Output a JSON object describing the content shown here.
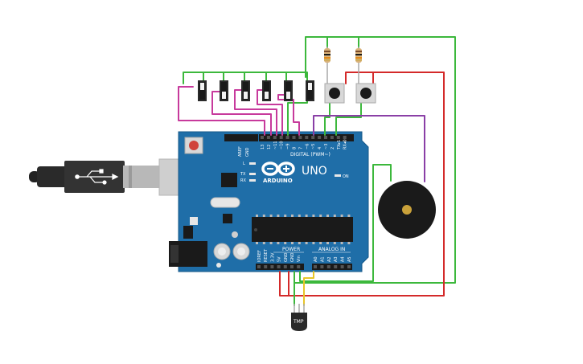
{
  "board": {
    "brand": "ARDUINO",
    "model": "UNO",
    "digital_header": "DIGITAL (PWM~)",
    "power_header": "POWER",
    "analog_header": "ANALOG IN",
    "on_label": "ON",
    "led_l": "L",
    "led_tx": "TX",
    "led_rx": "RX",
    "left_header_labels": [
      "AREF",
      "GND"
    ],
    "digital_pins": [
      "13",
      "12",
      "~11",
      "~10",
      "~9",
      "8",
      "7",
      "~6",
      "~5",
      "4",
      "~3",
      "2",
      "TX▸1",
      "RX◂0"
    ],
    "power_pins": [
      "IOREF",
      "RESET",
      "3.3V",
      "5V",
      "GND",
      "GND",
      "Vin"
    ],
    "analog_pins": [
      "A0",
      "A1",
      "A2",
      "A3",
      "A4",
      "A5"
    ]
  },
  "sensor": {
    "label": "TMP"
  },
  "colors": {
    "board": "#1f6ea8",
    "wire_green": "#3cb83c",
    "wire_red": "#d42a2a",
    "wire_magenta": "#c73a9c",
    "wire_purple": "#8a3fa6",
    "wire_yellow": "#e8c62a"
  }
}
